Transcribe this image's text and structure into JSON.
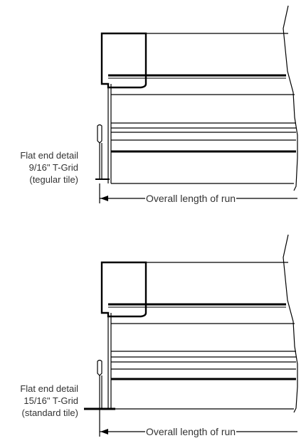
{
  "details": [
    {
      "title": "Flat end detail",
      "grid": "9/16\" T-Grid",
      "tile": "(tegular tile)",
      "dimension": "Overall length of run"
    },
    {
      "title": "Flat end detail",
      "grid": "15/16\" T-Grid",
      "tile": "(standard tile)",
      "dimension": "Overall length of run"
    }
  ]
}
